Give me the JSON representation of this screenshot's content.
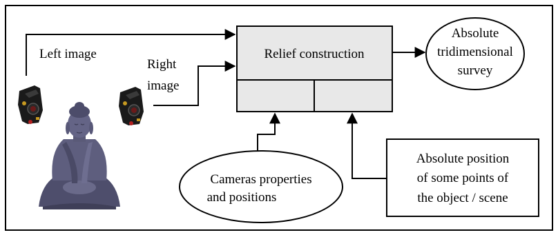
{
  "labels": {
    "left_image": "Left image",
    "right_image_line1": "Right",
    "right_image_line2": "image",
    "relief_construction": "Relief construction",
    "output_line1": "Absolute",
    "output_line2": "tridimensional",
    "output_line3": "survey",
    "cameras_line1": "Cameras properties",
    "cameras_line2": "and positions",
    "abs_pos_line1": "Absolute position",
    "abs_pos_line2": "of some points of",
    "abs_pos_line3": "the object / scene"
  },
  "colors": {
    "box_fill": "#e8e8e8",
    "camera_body": "#1a1a1a",
    "statue": "#5a5a7a"
  },
  "icons": {
    "left_camera": "camera-icon",
    "right_camera": "camera-icon",
    "statue": "buddha-statue-image"
  }
}
